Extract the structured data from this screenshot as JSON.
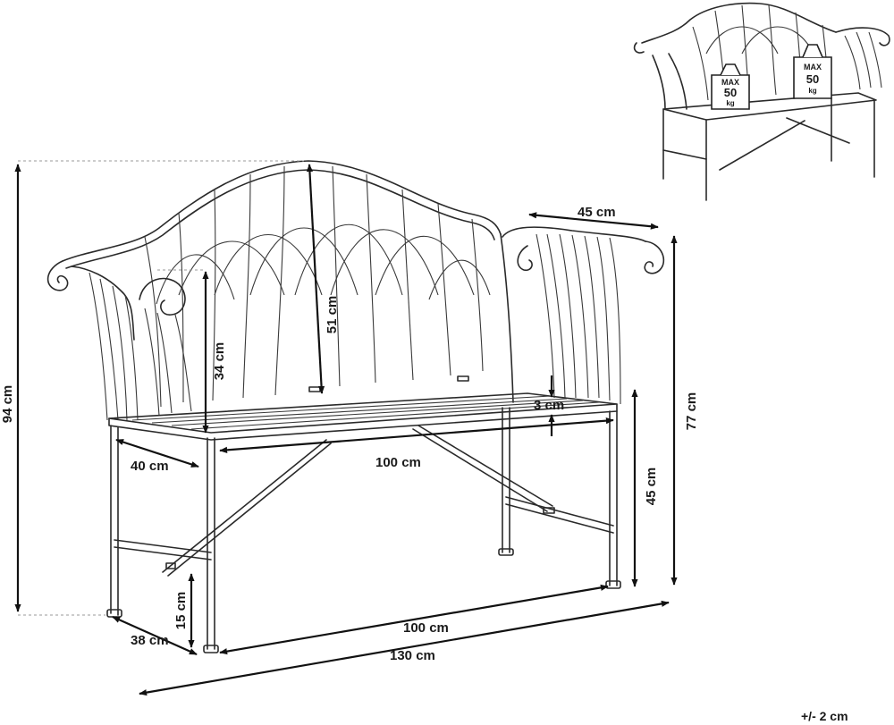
{
  "dimensions": {
    "overall_height": "94 cm",
    "armrest_height": "77 cm",
    "seat_height": "45 cm",
    "backrest_height": "51 cm",
    "armrest_to_seat": "34 cm",
    "seat_thickness": "3 cm",
    "seat_depth": "40 cm",
    "seat_width": "100 cm",
    "armrest_depth": "45 cm",
    "leg_span_width": "100 cm",
    "overall_width": "130 cm",
    "overall_depth": "38 cm",
    "stretcher_height": "15 cm"
  },
  "tolerance": "+/- 2 cm",
  "load_badges": [
    {
      "line1": "MAX",
      "line2": "50",
      "line3": "kg"
    },
    {
      "line1": "MAX",
      "line2": "50",
      "line3": "kg"
    }
  ]
}
